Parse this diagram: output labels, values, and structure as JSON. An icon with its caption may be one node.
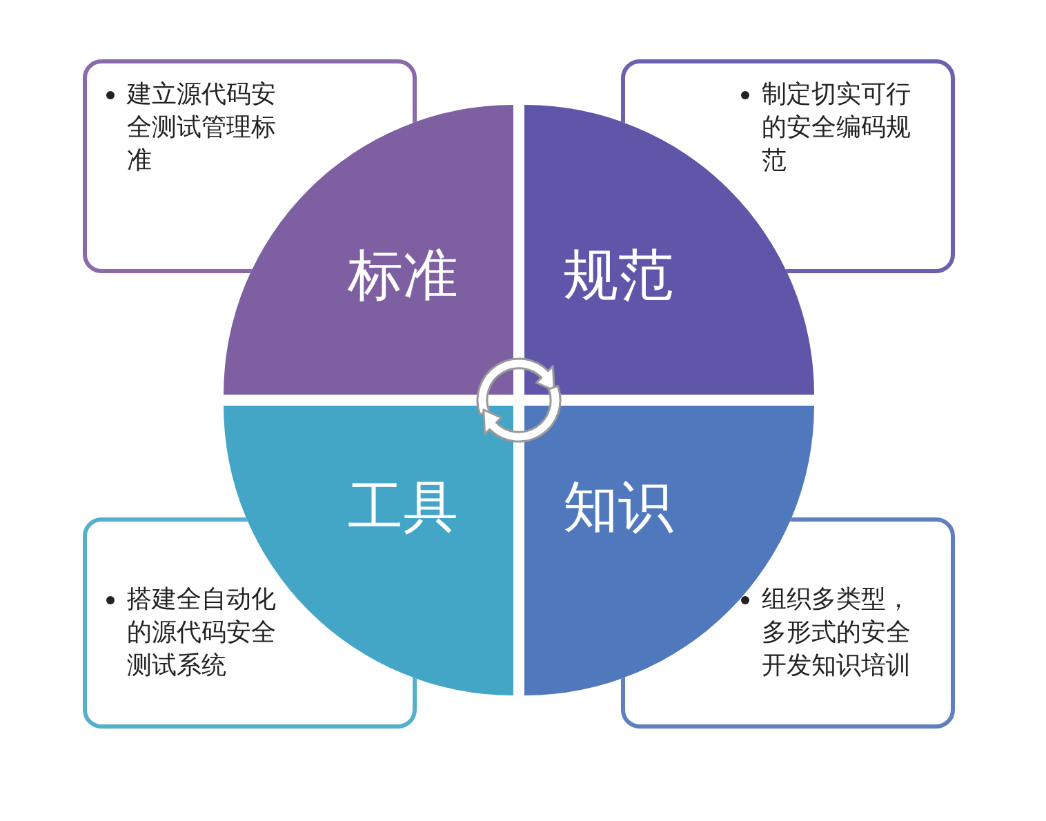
{
  "diagram": {
    "nodes": [
      {
        "text": [
          "建立源代码安全测试管理标准"
        ]
      },
      {
        "text": [
          "制定切实可行的安全编码规范"
        ]
      },
      {
        "text": [
          "标准"
        ]
      },
      {
        "text": [
          "规范"
        ]
      },
      {
        "text": [
          "工具"
        ]
      },
      {
        "text": [
          "知识"
        ]
      },
      {
        "text": [
          "搭建全自动化的源代码安全测试系统"
        ]
      },
      {
        "text": [
          "组织多类型，多形式的安全开发知识培训"
        ]
      }
    ],
    "edges": []
  }
}
